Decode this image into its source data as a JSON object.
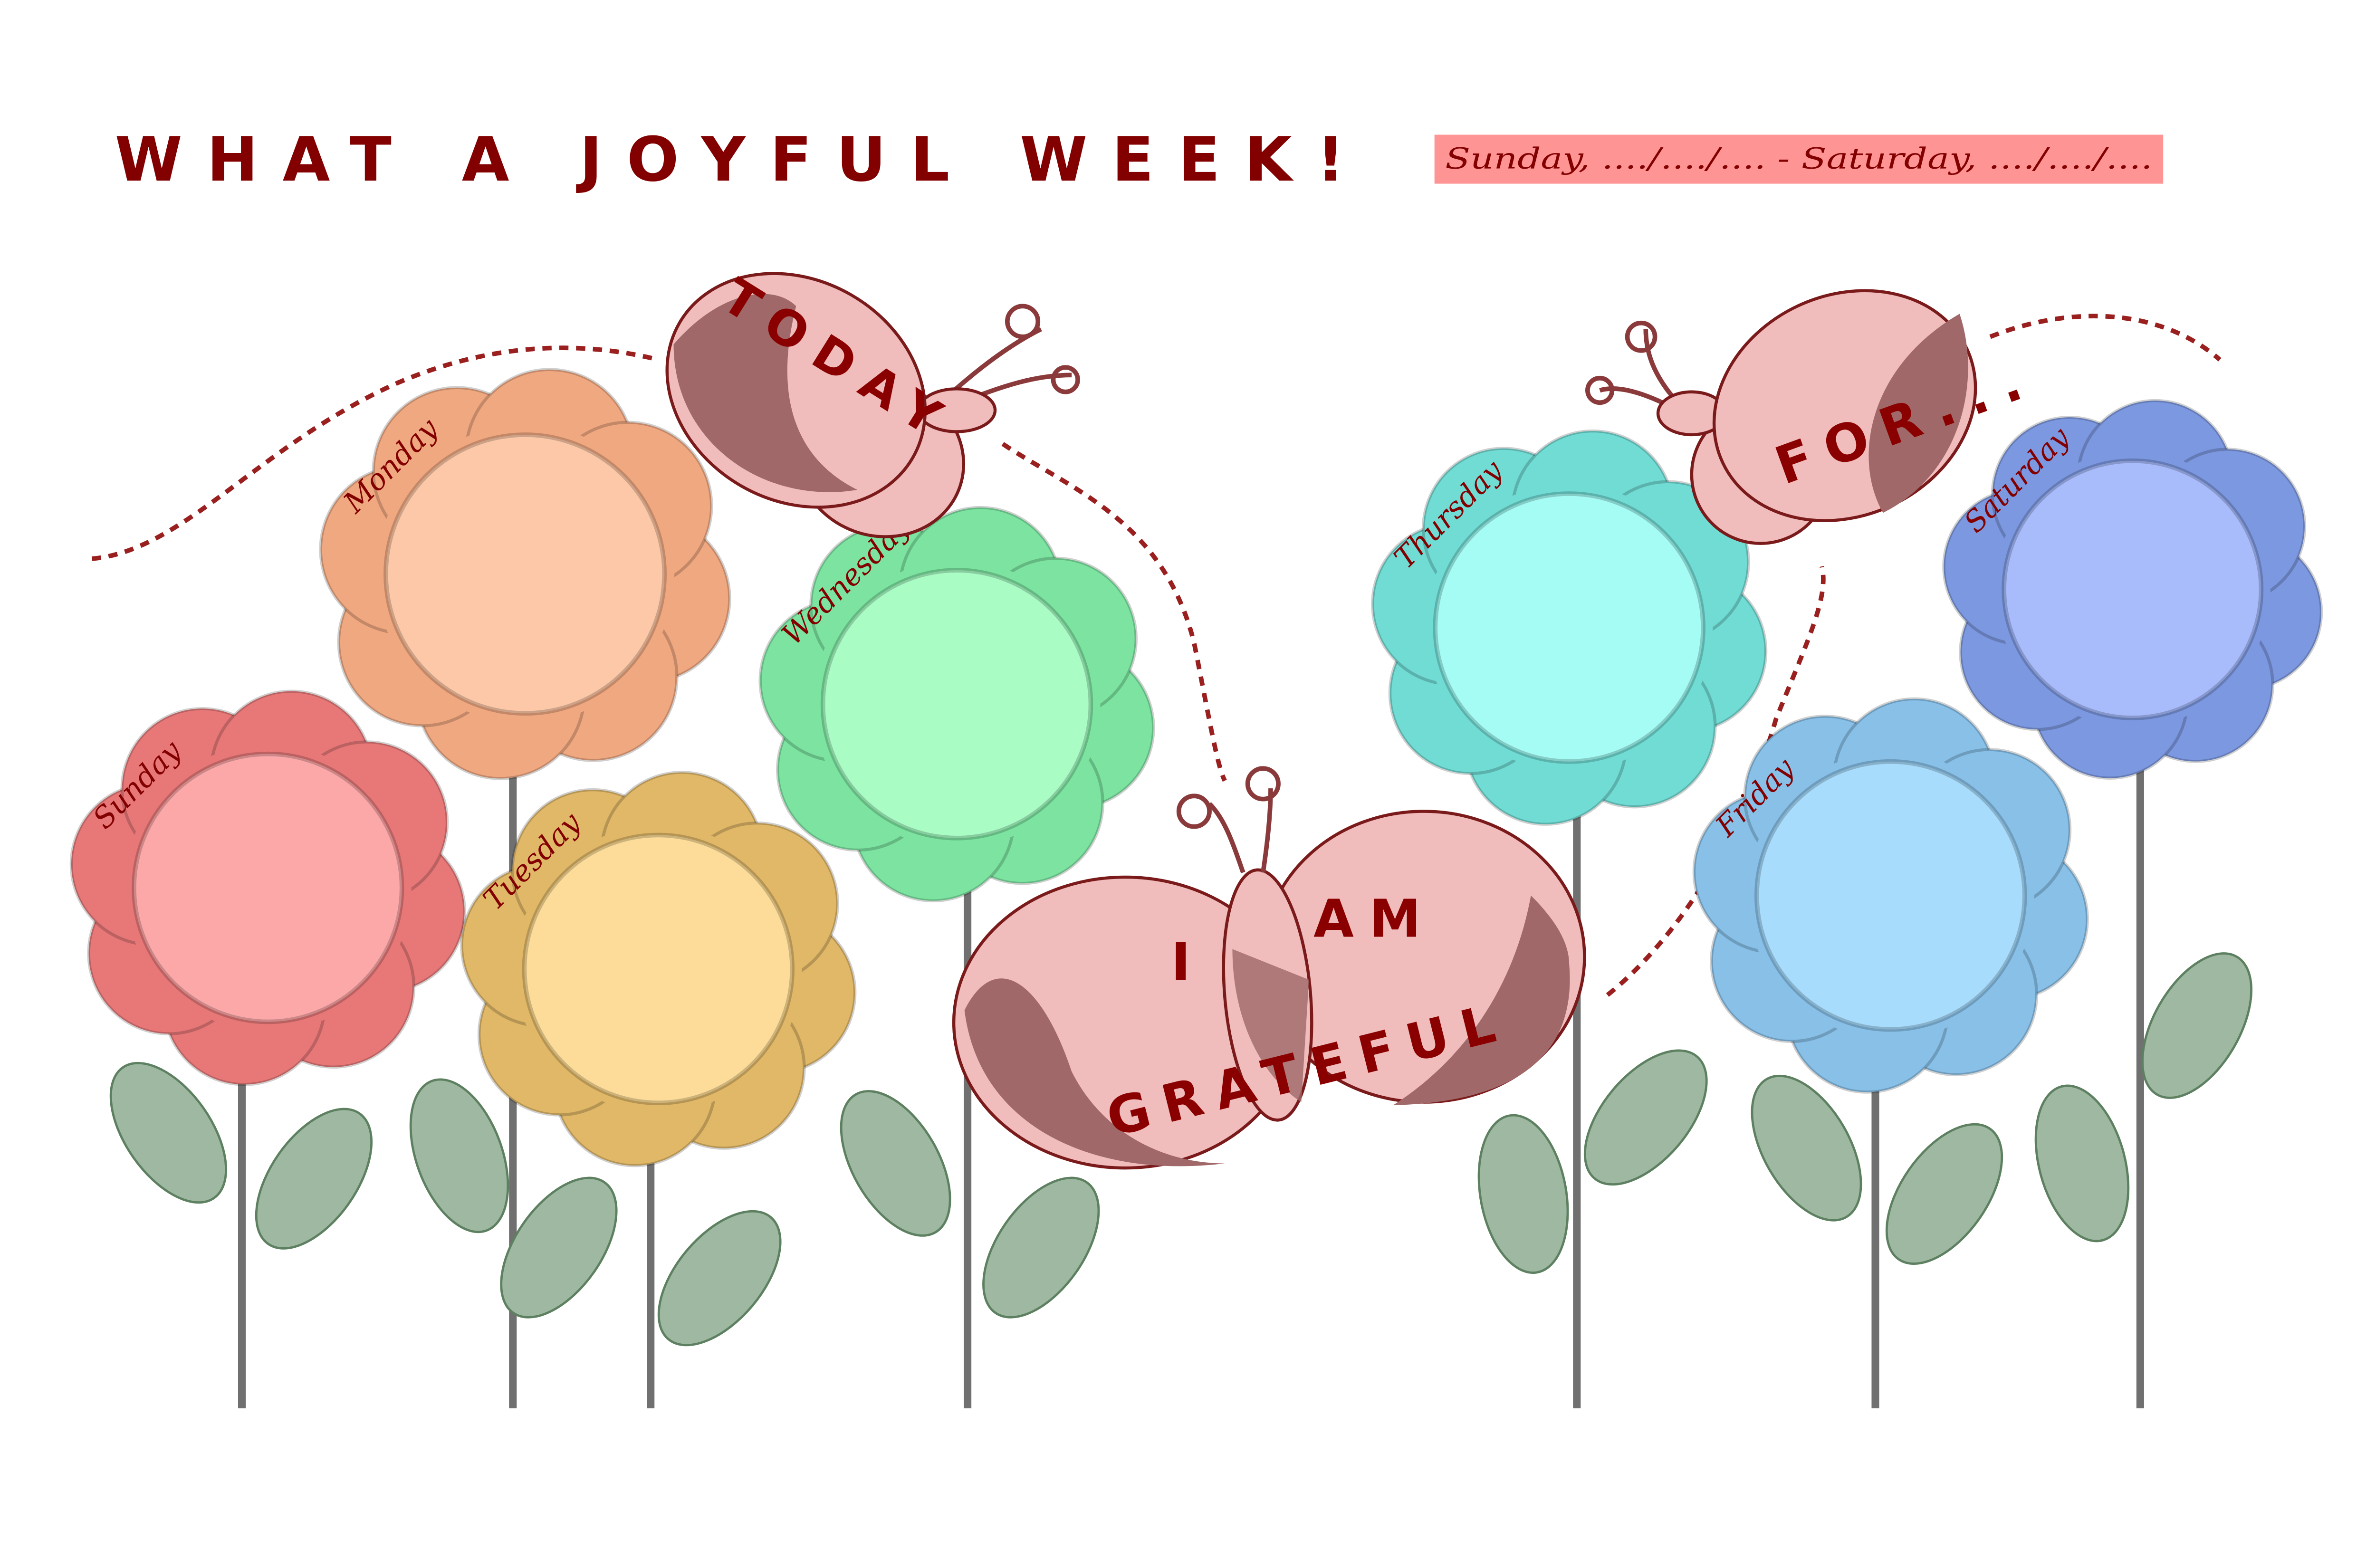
{
  "header": {
    "title": "WHAT A JOYFUL WEEK!",
    "date_range": "Sunday, ..../..../.... - Saturday, ..../..../....",
    "date_bg_color": "#ff9494"
  },
  "butterflies": {
    "left": "TODAY",
    "right": "FOR...",
    "center_line1_a": "I",
    "center_line1_b": "AM",
    "center_line2": "GRATEFUL"
  },
  "flowers": [
    {
      "day": "Sunday",
      "petal": "#e87878",
      "inner": "#fca8a8"
    },
    {
      "day": "Monday",
      "petal": "#f0a880",
      "inner": "#fcc8a8"
    },
    {
      "day": "Tuesday",
      "petal": "#e0b868",
      "inner": "#fcdc98"
    },
    {
      "day": "Wednesday",
      "petal": "#7ce4a0",
      "inner": "#a8fcc4"
    },
    {
      "day": "Thursday",
      "petal": "#70dcd4",
      "inner": "#a4fcf4"
    },
    {
      "day": "Friday",
      "petal": "#88c0e8",
      "inner": "#a8dcfc"
    },
    {
      "day": "Saturday",
      "petal": "#7c98e0",
      "inner": "#a8bcfc"
    }
  ],
  "colors": {
    "text": "#820000",
    "butterfly_light": "#f0bcbc",
    "butterfly_dark": "#a06868",
    "leaf": "#9fb8a2",
    "stem": "#707070"
  }
}
